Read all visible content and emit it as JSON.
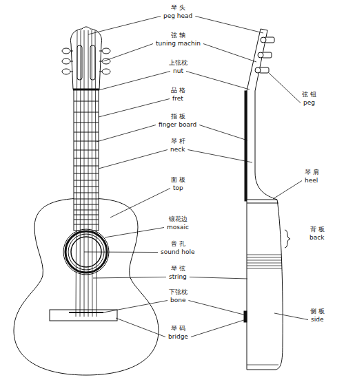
{
  "diagram": {
    "labels": [
      "琴 头",
      "peg head",
      "弦 轴",
      "tuning machin",
      "上弦枕",
      "nut",
      "品 格",
      "fret",
      "指 板",
      "finger board",
      "琴 杆",
      "neck",
      "面 板",
      "top",
      "镶花边",
      "mosaic",
      "音 孔",
      "sound hole",
      "琴 弦",
      "string",
      "下弦枕",
      "bone",
      "琴 码",
      "bridge",
      "弦 钮",
      "peg",
      "琴 肩",
      "heel",
      "背 板",
      "back",
      "侧 板",
      "side"
    ]
  }
}
